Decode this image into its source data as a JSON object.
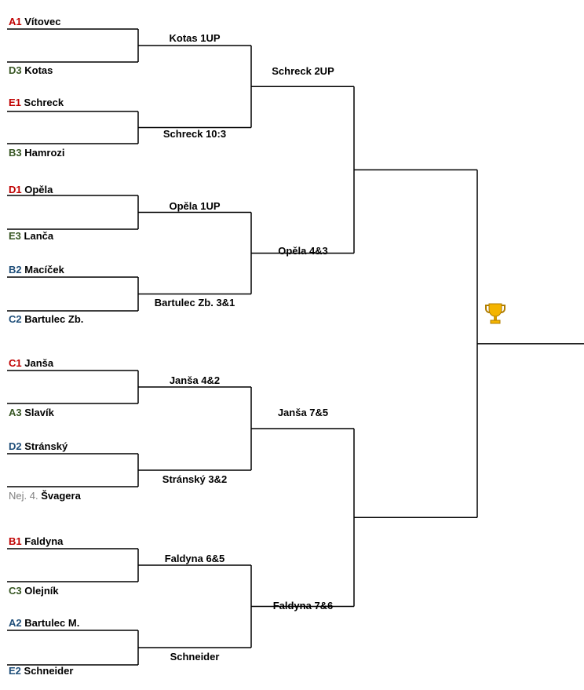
{
  "colors": {
    "A": "#c00000",
    "B": "#1f4e79",
    "C": "#375623",
    "line": "#000000",
    "trophy": "#f4b400"
  },
  "players": [
    {
      "seed": "A1",
      "seed_color": "A",
      "name": "Vítovec"
    },
    {
      "seed": "D3",
      "seed_color": "C",
      "name": "Kotas"
    },
    {
      "seed": "E1",
      "seed_color": "A",
      "name": "Schreck"
    },
    {
      "seed": "B3",
      "seed_color": "C",
      "name": "Hamrozi"
    },
    {
      "seed": "D1",
      "seed_color": "A",
      "name": "Opěla"
    },
    {
      "seed": "E3",
      "seed_color": "C",
      "name": "Lanča"
    },
    {
      "seed": "B2",
      "seed_color": "B",
      "name": "Macíček"
    },
    {
      "seed": "C2",
      "seed_color": "B",
      "name": "Bartulec Zb."
    },
    {
      "seed": "C1",
      "seed_color": "A",
      "name": "Janša"
    },
    {
      "seed": "A3",
      "seed_color": "C",
      "name": "Slavík"
    },
    {
      "seed": "D2",
      "seed_color": "B",
      "name": "Stránský"
    },
    {
      "seed": "Nej. 4.",
      "seed_color": "grey",
      "name": "Švagera"
    },
    {
      "seed": "B1",
      "seed_color": "A",
      "name": "Faldyna"
    },
    {
      "seed": "C3",
      "seed_color": "C",
      "name": "Olejník"
    },
    {
      "seed": "A2",
      "seed_color": "B",
      "name": "Bartulec M."
    },
    {
      "seed": "E2",
      "seed_color": "B",
      "name": "Schneider"
    }
  ],
  "round1": [
    "Kotas 1UP",
    "Schreck 10:3",
    "Opěla 1UP",
    "Bartulec Zb. 3&1",
    "Janša 4&2",
    "Stránský 3&2",
    "Faldyna 6&5",
    "Schneider"
  ],
  "round2": [
    "Schreck 2UP",
    "Opěla 4&3",
    "Janša 7&5",
    "Faldyna 7&6"
  ],
  "final_icon": "trophy-icon"
}
